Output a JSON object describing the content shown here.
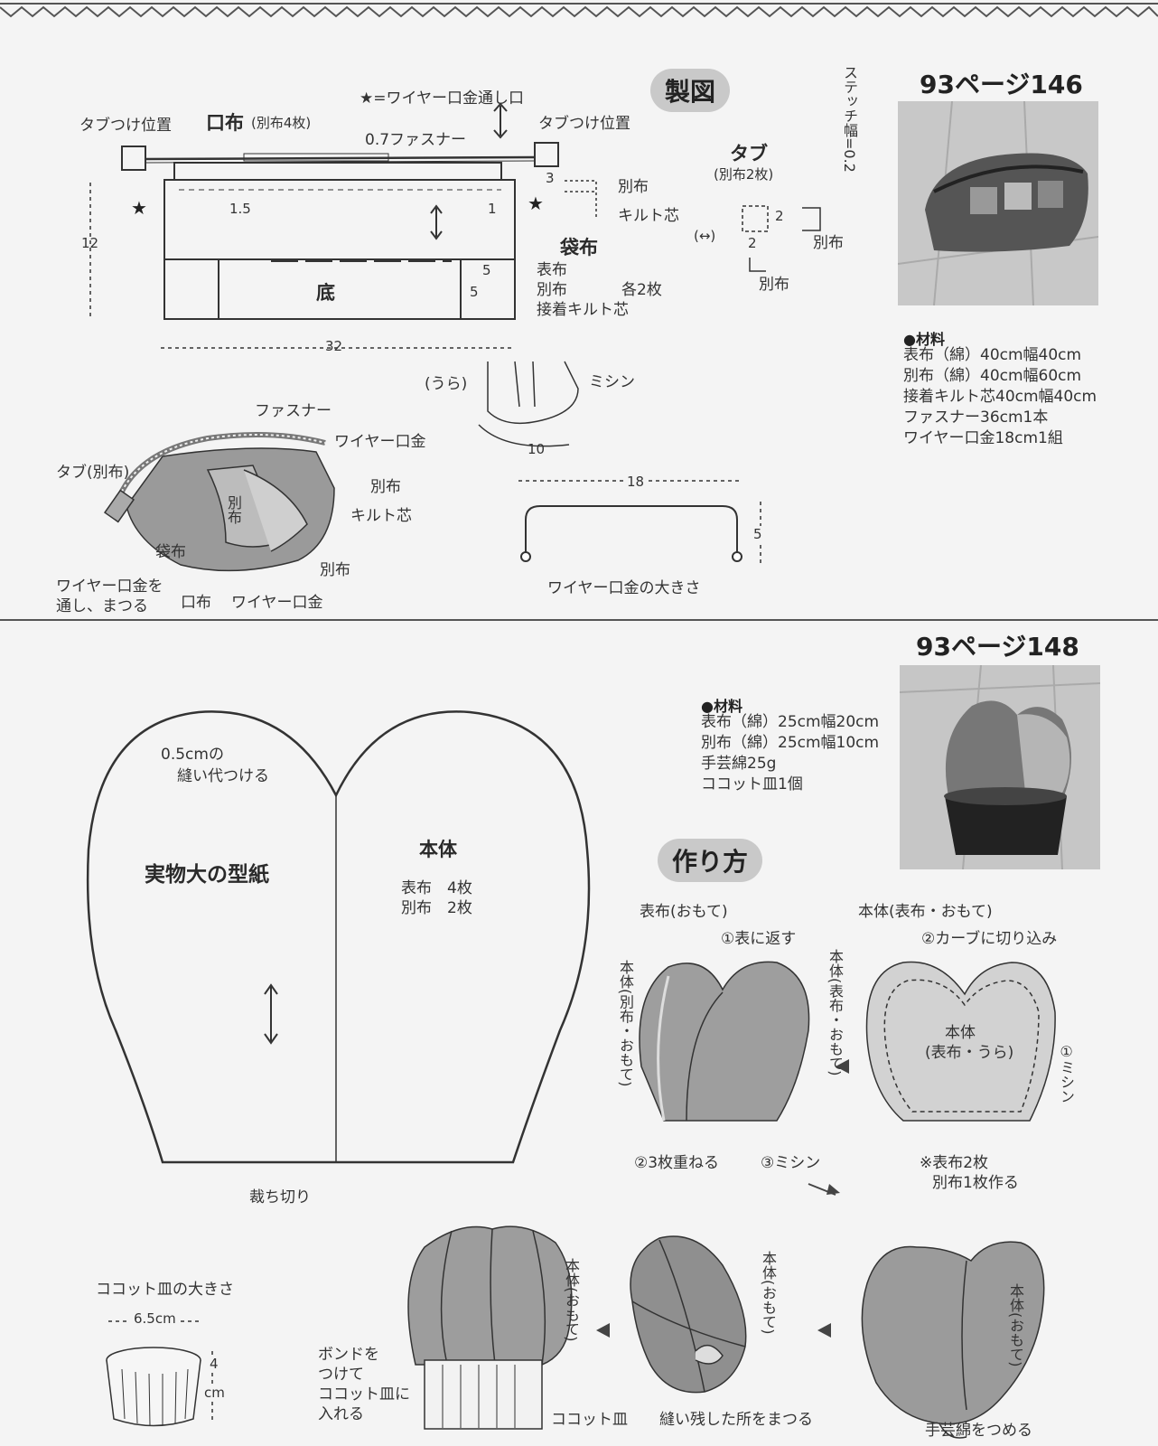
{
  "top": {
    "star_note": "★=ワイヤー口金通し口",
    "seizu": "製図",
    "stitch_width": "ステッチ幅=0.2",
    "tab_pos_left": "タブつけ位置",
    "tab_pos_right": "タブつけ位置",
    "kuchi_title": "口布",
    "kuchi_sub": "(別布4枚)",
    "zipper": "0.7ファスナー",
    "d15": "1.5",
    "d1": "1",
    "d3": "3",
    "d12": "12",
    "d5a": "5",
    "d5b": "5",
    "d32": "32",
    "soko": "底",
    "betsunu": "別布",
    "quilt": "キルト芯",
    "fukuro_title": "袋布",
    "fukuro_l1": "表布",
    "fukuro_l2": "別布",
    "fukuro_count": "各2枚",
    "fukuro_l3": "接着キルト芯",
    "tab_title": "タブ",
    "tab_sub": "(別布2枚)",
    "tab_d2a": "2",
    "tab_d2b": "2",
    "tab_arrow": "(↔)",
    "tab_betsu1": "別布",
    "tab_betsu2": "別布",
    "ura": "(うら)",
    "mishin": "ミシン",
    "d10": "10",
    "ill_fastener": "ファスナー",
    "ill_wire": "ワイヤー口金",
    "ill_tab": "タブ(別布)",
    "ill_betsu1": "別布",
    "ill_betsu2": "別布",
    "ill_betsu3": "別布",
    "ill_quilt": "キルト芯",
    "ill_fukuro": "袋布",
    "ill_wire_through": [
      "ワイヤー口金を",
      "通し、まつる"
    ],
    "ill_kuchi": "口布",
    "ill_wire2": "ワイヤー口金",
    "frame_w": "18",
    "frame_h": "5",
    "frame_caption": "ワイヤー口金の大きさ"
  },
  "ref146": {
    "title": "93ページ146",
    "mat_head": "●材料",
    "materials": [
      "表布（綿）40cm幅40cm",
      "別布（綿）40cm幅60cm",
      "接着キルト芯40cm幅40cm",
      "ファスナー36cm1本",
      "ワイヤー口金18cm1組"
    ]
  },
  "ref148": {
    "title": "93ページ148",
    "mat_head": "●材料",
    "materials": [
      "表布（綿）25cm幅20cm",
      "別布（綿）25cm幅10cm",
      "手芸綿25g",
      "ココット皿1個"
    ]
  },
  "bottom": {
    "seam": [
      "0.5cmの",
      "縫い代つける"
    ],
    "pattern": "実物大の型紙",
    "hontai": "本体",
    "hontai_l1": "表布　4枚",
    "hontai_l2": "別布　2枚",
    "cut": "裁ち切り",
    "tsukurikata": "作り方",
    "s1_omote": "表布(おもて)",
    "s1_turn": "①表に返す",
    "s1_hontai_left": "本体(別布・おもて)",
    "s1_hontai_right": "本体(表布・おもて)",
    "s1_stack": "②3枚重ねる",
    "s1_sew": "③ミシン",
    "s2_top": "本体(表布・おもて)",
    "s2_notch": "②カーブに切り込み",
    "s2_center1": "本体",
    "s2_center2": "(表布・うら)",
    "s2_sew": "①ミシン",
    "s2_note1": "※表布2枚",
    "s2_note2": "別布1枚作る",
    "s3_label": "本体(おもて)",
    "s3_stuff": "手芸綿をつめる",
    "s4_label": "本体(おもて)",
    "s4_close": "縫い残した所をまつる",
    "s5_label": "本体(おもて)",
    "s5_bond": [
      "ボンドを",
      "つけて",
      "ココット皿に",
      "入れる"
    ],
    "s5_cocotte": "ココット皿",
    "cocotte_title": "ココット皿の大きさ",
    "cocotte_w": "6.5cm",
    "cocotte_h": "4",
    "cocotte_unit": "cm"
  }
}
